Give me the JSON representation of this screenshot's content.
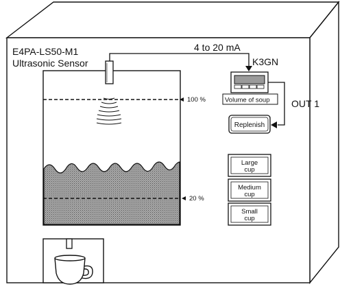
{
  "sensor": {
    "model": "E4PA-LS50-M1",
    "type": "Ultrasonic Sensor"
  },
  "signal": {
    "label": "4 to 20 mA"
  },
  "controller": {
    "model": "K3GN",
    "display_label": "Volume of soup",
    "output_label": "OUT 1"
  },
  "tank": {
    "level_high": "100 %",
    "level_low": "20 %"
  },
  "buttons": {
    "replenish": "Replenish",
    "large_cup": [
      "Large",
      "cup"
    ],
    "medium_cup": [
      "Medium",
      "cup"
    ],
    "small_cup": [
      "Small",
      "cup"
    ]
  },
  "colors": {
    "line": "#111111",
    "soup": "#8f8f8f",
    "panel": "#ffffff"
  }
}
